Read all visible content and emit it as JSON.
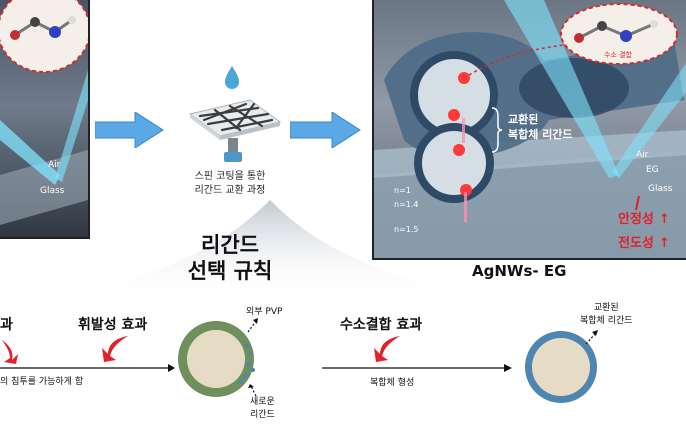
{
  "left_panel": {
    "air_label": "Air",
    "glass_label": "Glass"
  },
  "right_panel": {
    "exchanged_label_line1": "교환된",
    "exchanged_label_line2": "복합체 리간드",
    "hbond_label": "수소 결합",
    "air_label": "Air",
    "eg_label": "EG",
    "glass_label": "Glass",
    "n1_label": "n=1",
    "n14_label": "n=1.4",
    "n15_label": "n=1.5",
    "stability": "안정성",
    "conductivity": "전도성",
    "up_arrow": "↑"
  },
  "spin_caption_line1": "스핀 코팅을 통한",
  "spin_caption_line2": "리간드 교환 과정",
  "rule_title_line1": "리간드",
  "rule_title_line2": "선택 규칙",
  "result_title": "AgNWs- EG",
  "bottom": {
    "left_effect_cut": "과",
    "volatile_effect": "휘발성 효과",
    "penetration_text": "의 침투를 가능하게 함",
    "outer_pvp": "외부 PVP",
    "new_ligand_line1": "새로운",
    "new_ligand_line2": "리간드",
    "hbond_effect": "수소결합 효과",
    "complex_formation": "복합체 형성",
    "exchanged_line1": "교환된",
    "exchanged_line2": "복합체 리간드"
  },
  "colors": {
    "arrow_blue": "#5aa9e6",
    "effect_red": "#e0202a",
    "ring_green": "#6f8f5c",
    "ring_blue": "#4d86b0",
    "core_beige": "#e6dcc6",
    "glow_red": "#ff3a3a",
    "beam_cyan": "#7fe6ff"
  }
}
